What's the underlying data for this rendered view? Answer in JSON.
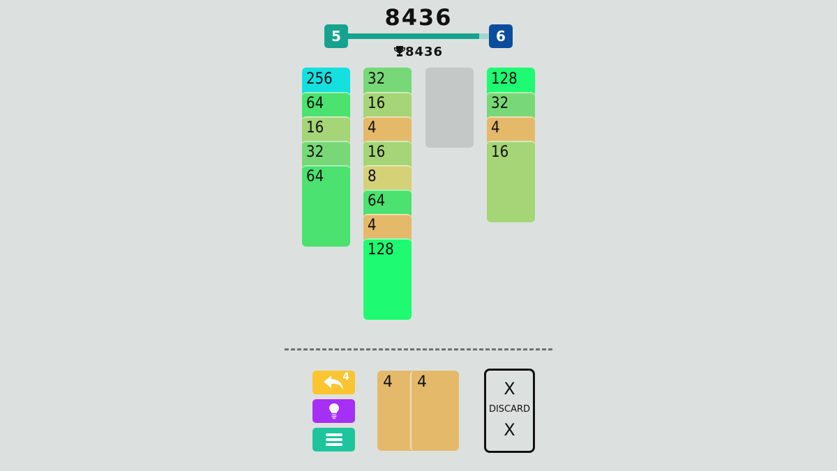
{
  "header": {
    "score": "8436",
    "current_level": "5",
    "next_level": "6",
    "progress_percent": 92,
    "best_score": "8436",
    "trophy_icon": "trophy-icon"
  },
  "colors": {
    "2": "#e0e0a0",
    "4": "#e4b96a",
    "8": "#d4d176",
    "16": "#a5d576",
    "32": "#78d878",
    "64": "#4be270",
    "128": "#1efb72",
    "256": "#14e0e0"
  },
  "board": {
    "columns": [
      {
        "cards": [
          "256",
          "64",
          "16",
          "32",
          "64"
        ]
      },
      {
        "cards": [
          "32",
          "16",
          "4",
          "16",
          "8",
          "64",
          "4",
          "128"
        ]
      },
      {
        "cards": []
      },
      {
        "cards": [
          "128",
          "32",
          "4",
          "16"
        ]
      }
    ]
  },
  "controls": {
    "undo_count": "4",
    "undo_icon": "undo-arrow-icon",
    "hint_icon": "lightbulb-icon",
    "menu_icon": "menu-icon"
  },
  "hand": {
    "cards": [
      "4",
      "4"
    ]
  },
  "discard": {
    "label": "DISCARD",
    "mark_top": "X",
    "mark_bottom": "X"
  }
}
